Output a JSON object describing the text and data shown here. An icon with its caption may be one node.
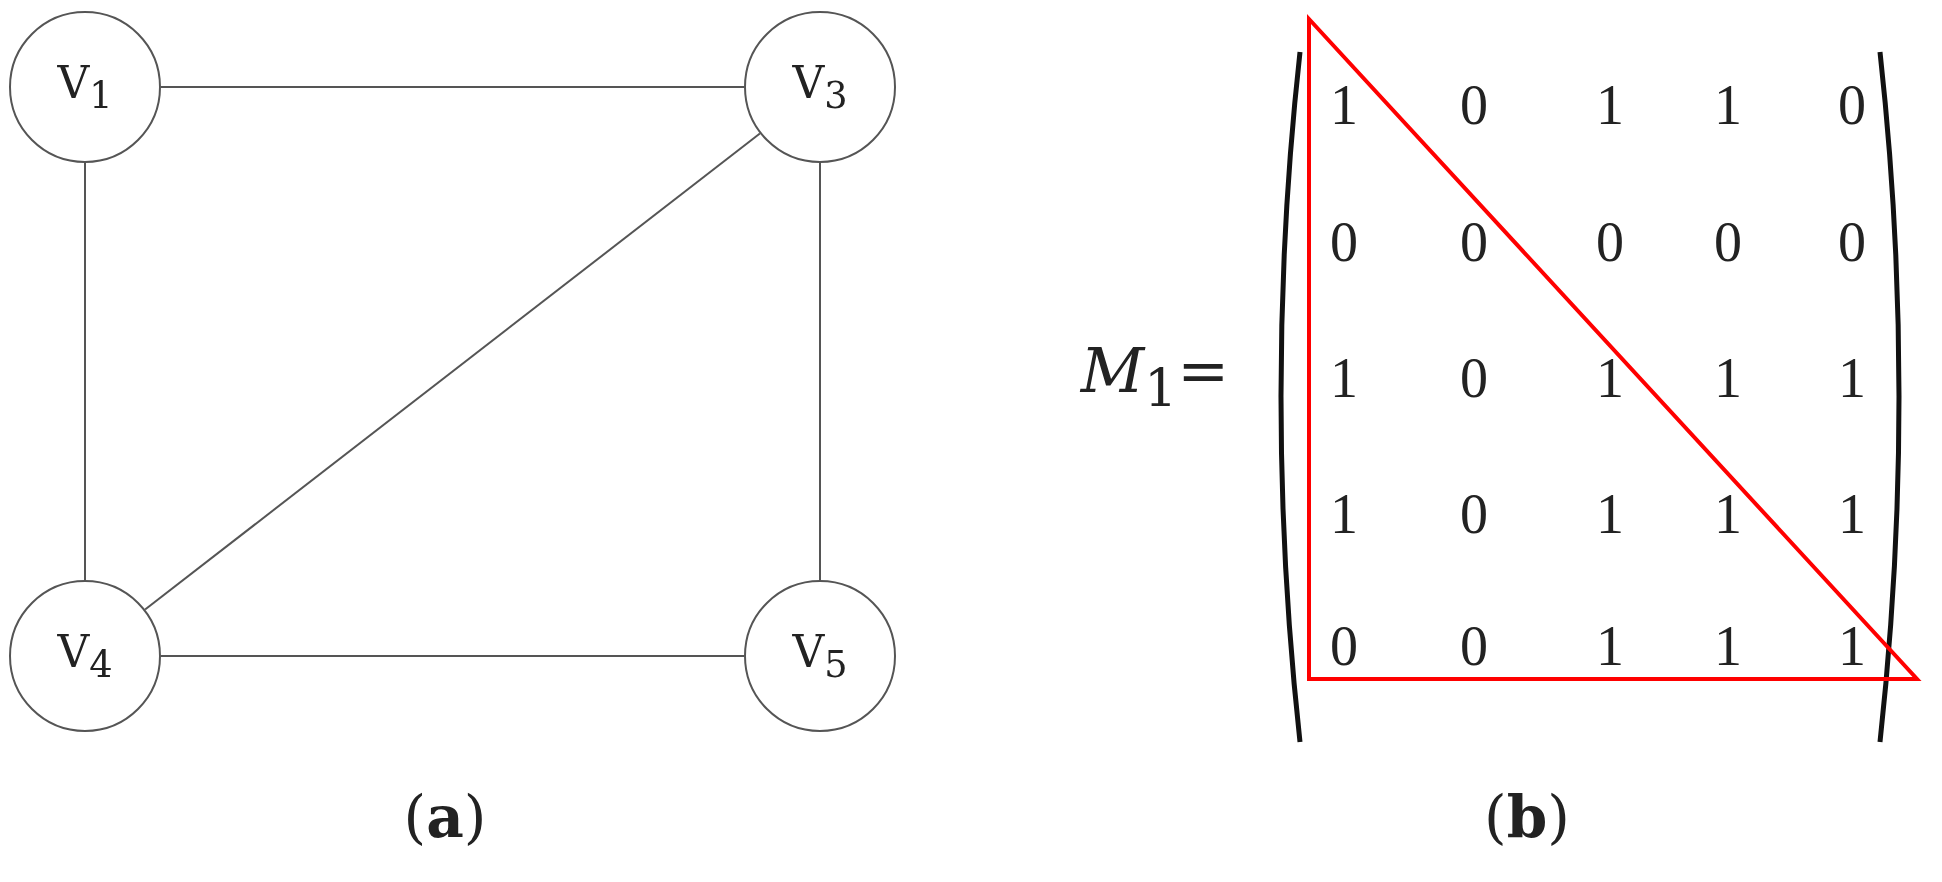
{
  "diagram": {
    "nodes": [
      {
        "text": [
          "V$_{1}$"
        ]
      },
      {
        "text": [
          "V$_{3}$"
        ]
      },
      {
        "text": [
          "V$_{4}$"
        ]
      },
      {
        "text": [
          "V$_{5}$"
        ]
      }
    ],
    "edges": [
      {
        "from": 0,
        "to": 1,
        "arrow": "none"
      },
      {
        "from": 0,
        "to": 2,
        "arrow": "none"
      },
      {
        "from": 1,
        "to": 2,
        "arrow": "none"
      },
      {
        "from": 1,
        "to": 3,
        "arrow": "none"
      },
      {
        "from": 2,
        "to": 3,
        "arrow": "none"
      }
    ],
    "labels": [
      "*M*$_{1}$=",
      "1",
      "0",
      "1",
      "1",
      "0",
      "0",
      "0",
      "0",
      "0",
      "0",
      "1",
      "0",
      "1",
      "1",
      "1",
      "1",
      "0",
      "1",
      "1",
      "1",
      "0",
      "0",
      "1",
      "1",
      "1",
      "(**a**)",
      "(**b**)"
    ]
  }
}
